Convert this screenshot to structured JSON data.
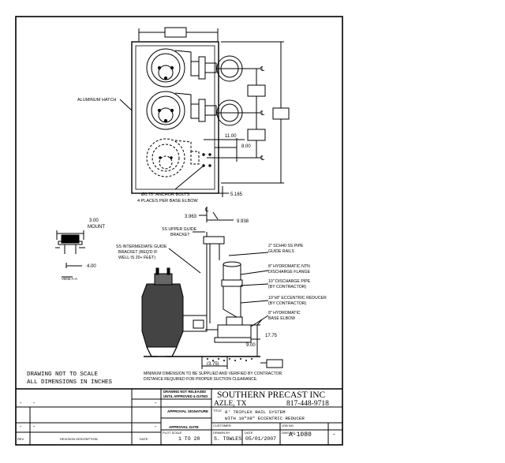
{
  "title_block": {
    "company": "SOUTHERN PRECAST INC",
    "city": "AZLE, TX",
    "phone": "817-448-9718",
    "drawing_not_released": "DRAWING NOT RELEASED",
    "until_approved": "UNTIL APPROVED & DATED",
    "approval_signature": "APPROVAL SIGNATURE",
    "approval_date": "APPROVAL DATE",
    "title_label": "TITLE",
    "title_line1": "8' TRIPLEX RAIL SYSTEM",
    "title_line2": "WITH 10\"X8\" ECCENTRIC REDUCER",
    "customer_label": "CUSTOMER",
    "job_label": "JOB NO.",
    "plot_scale_label": "PLOT SCALE",
    "plot_scale": "1 TO 28",
    "drawn_by_label": "DRAWN BY",
    "drawn_by": "S. TOWLES",
    "date_label": "DATE",
    "date": "05/01/2007",
    "dwg_label": "DWG NO.",
    "dwg_no": "A-1080",
    "rev_label": "REV.",
    "rev": "-",
    "revisions_header_rev": "REV.",
    "revisions_header_desc": "REVISION DESCRIPTION",
    "revisions_header_date": "DATE",
    "revision_rows": [
      {
        "rev": "-",
        "desc": "-",
        "date": "-"
      },
      {
        "rev": "-",
        "desc": "-",
        "date": "-"
      }
    ]
  },
  "notes": {
    "line1": "DRAWING NOT TO SCALE",
    "line2": "ALL DIMENSIONS IN INCHES"
  },
  "labels": {
    "aluminum_hatch": "ALUMINUM HATCH",
    "anchor_bolts_1": "Ø0.75\" ANCHOR BOLTS",
    "anchor_bolts_2": "4 PLACES PER BASE ELBOW",
    "upper_guide_1": "SS UPPER GUIDE",
    "upper_guide_2": "BRACKET",
    "intermediate_1": "SS INTERMEDIATE GUIDE",
    "intermediate_2": "BRACKET (REQ'D IF",
    "intermediate_3": "WELL IS 20+ FEET)",
    "guide_rails_1": "2\" SCH40 SS PIPE",
    "guide_rails_2": "GUIDE RAILS",
    "flange_1": "8\" HYDROMATIC NTN",
    "flange_2": "DISCHARGE FLANGE",
    "pipe_1": "10\" DISCHARGE PIPE",
    "pipe_2": "(BY CONTRACTOR)",
    "reducer_1": "10\"x8\" ECCENTRIC REDUCER",
    "reducer_2": "(BY CONTRACTOR)",
    "elbow_1": "8\" HYDROMATIC",
    "elbow_2": "BASE ELBOW",
    "bottom_note_1": "MINIMUM DIMENSION TO BE SUPPLIED AND VERIFIED BY CONTRACTOR.",
    "bottom_note_2": "DISTANCE REQUIRED FOR PROPER SUCTION CLEARANCE.",
    "view_label": "VIEW A-A"
  },
  "dimensions": {
    "d_11_00": "11.00",
    "d_8_00": "8.00",
    "d_5_165": "5.165",
    "d_3_963": "3.963",
    "d_9_938": "9.938",
    "d_3_00_a": "3.00",
    "d_mount": "MOUNT",
    "d_4_00": "4.00",
    "d_17_75": "17.75",
    "d_9_00": "9.00",
    "d_3_75": "(3.75)",
    "cl": "℄"
  }
}
